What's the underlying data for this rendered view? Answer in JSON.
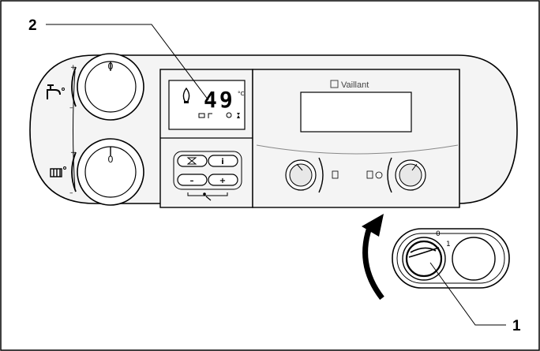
{
  "labels": {
    "callout_1": "1",
    "callout_2": "2"
  },
  "display": {
    "temperature": "49",
    "unit": "°C"
  },
  "brand": "Vaillant",
  "knobs": {
    "hot_water_zero": "0",
    "heating_zero": "0",
    "plus": "+",
    "minus": "–"
  },
  "buttons": {
    "info": "i",
    "minus": "–",
    "plus": "+"
  },
  "main_switch": {
    "off": "0",
    "on": "1"
  },
  "colors": {
    "outline": "#000000",
    "panel_fill": "#f2f2f2",
    "knob_fill": "#ffffff"
  }
}
